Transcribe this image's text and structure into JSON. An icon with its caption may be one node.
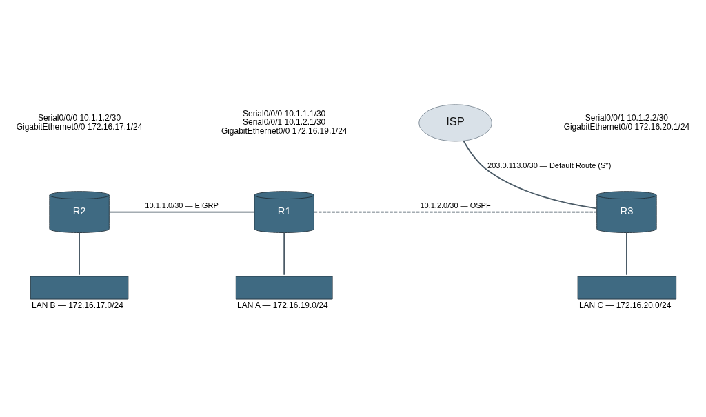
{
  "diagram": {
    "nodes": [
      {
        "text": [
          "ISP"
        ]
      },
      {
        "text": [
          "R2"
        ],
        "beside": [
          "Serial0/0/0 10.1.1.2/30",
          "GigabitEthernet0/0 172.16.17.1/24"
        ]
      },
      {
        "text": [
          "R1"
        ],
        "beside": [
          "Serial0/0/0 10.1.1.1/30",
          "Serial0/0/1 10.1.2.1/30",
          "GigabitEthernet0/0 172.16.19.1/24"
        ]
      },
      {
        "text": [
          "R3"
        ],
        "beside": [
          "Serial0/0/1 10.1.2.2/30",
          "GigabitEthernet0/0 172.16.20.1/24"
        ]
      },
      {
        "text": [],
        "shape": "box",
        "beside": [
          "LAN B — 172.16.17.0/24"
        ]
      },
      {
        "text": [],
        "shape": "box",
        "beside": [
          "LAN A — 172.16.19.0/24"
        ]
      },
      {
        "text": [],
        "shape": "box",
        "beside": [
          "LAN C — 172.16.20.0/24"
        ]
      }
    ],
    "edges": [
      {
        "from": 1,
        "to": 2,
        "arrow": "none",
        "label": "10.1.1.0/30 — EIGRP"
      },
      {
        "from": 2,
        "to": 3,
        "arrow": "none",
        "label": "10.1.2.0/30 — OSPF",
        "style": "dashed"
      },
      {
        "from": 0,
        "to": 3,
        "arrow": "none",
        "label": "203.0.113.0/30 — Default Route (S*)"
      },
      {
        "from": 1,
        "to": 4,
        "arrow": "none"
      },
      {
        "from": 2,
        "to": 5,
        "arrow": "none"
      },
      {
        "from": 3,
        "to": 6,
        "arrow": "none"
      }
    ]
  }
}
